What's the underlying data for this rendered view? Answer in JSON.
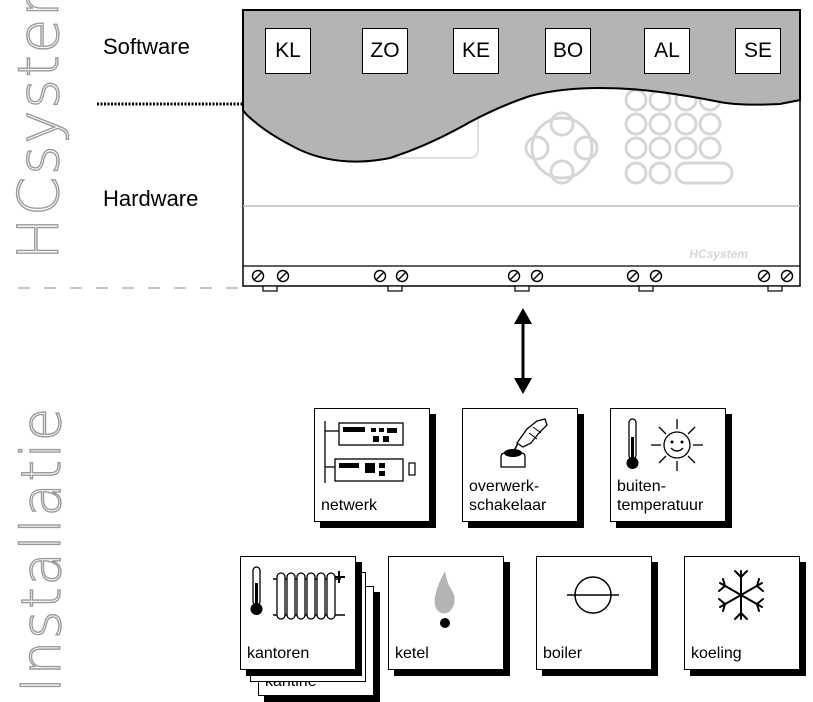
{
  "side_titles": {
    "top": "HCsystem",
    "bottom": "Installatie"
  },
  "layers": {
    "software": "Software",
    "hardware": "Hardware"
  },
  "modules": [
    "KL",
    "ZO",
    "KE",
    "BO",
    "AL",
    "SE"
  ],
  "device_brand": "HCsystem",
  "installation_row1": [
    {
      "id": "netwerk",
      "label": [
        "netwerk"
      ]
    },
    {
      "id": "overwerkschakelaar",
      "label": [
        "overwerk-",
        "schakelaar"
      ]
    },
    {
      "id": "buitentemperatuur",
      "label": [
        "buiten-",
        "temperatuur"
      ]
    }
  ],
  "installation_row2": [
    {
      "id": "kantoren",
      "label": [
        "kantoren"
      ]
    },
    {
      "id": "ketel",
      "label": [
        "ketel"
      ]
    },
    {
      "id": "boiler",
      "label": [
        "boiler"
      ]
    },
    {
      "id": "koeling",
      "label": [
        "koeling"
      ]
    }
  ],
  "stack_back_label": "kantine",
  "colors": {
    "software_area": "#b4b4b4",
    "device_faint": "#dcdcdc",
    "outline": "#000000"
  }
}
